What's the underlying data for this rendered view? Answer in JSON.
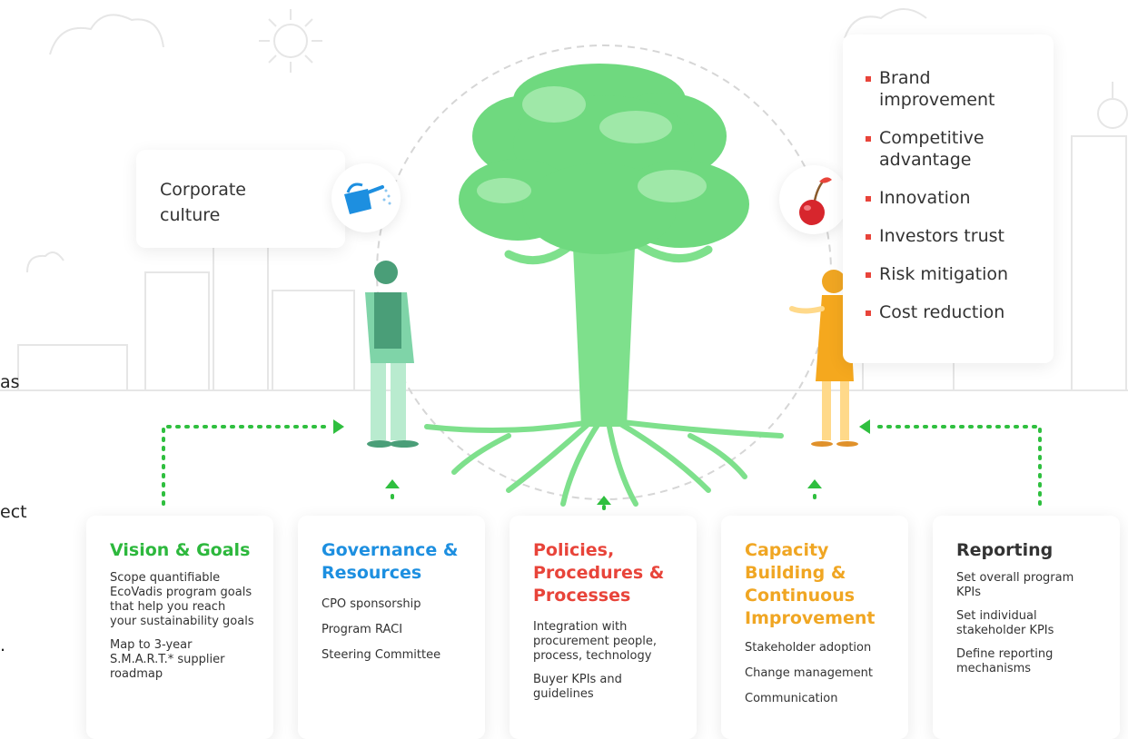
{
  "edge_text": {
    "line1": "as",
    "line2": "ect",
    "line3": "."
  },
  "corporate_culture": {
    "label": "Corporate culture",
    "icon": "watering-can-icon"
  },
  "benefits": {
    "icon": "cherry-icon",
    "items": [
      "Brand improvement",
      "Competitive advantage",
      "Innovation",
      "Investors trust",
      "Risk mitigation",
      "Cost reduction"
    ],
    "bullet_color": "#e8443a"
  },
  "colors": {
    "tree_canopy": "#6fd97f",
    "tree_trunk": "#7ee08c",
    "arrows": "#2fbf3f"
  },
  "pillars": [
    {
      "title": "Vision & Goals",
      "color": "#2db83d",
      "items": [
        "Scope quantifiable EcoVadis program goals that help you reach your sustainability goals",
        "Map to 3-year S.M.A.R.T.* supplier roadmap"
      ]
    },
    {
      "title": "Governance & Resources",
      "color": "#1d8fe0",
      "items": [
        "CPO sponsorship",
        "Program RACI",
        "Steering Committee"
      ]
    },
    {
      "title": "Policies, Procedures & Processes",
      "color": "#e8443a",
      "items": [
        "Integration with procurement people, process, technology",
        "Buyer KPIs and guidelines"
      ]
    },
    {
      "title": "Capacity Building & Continuous Improvement",
      "color": "#f0a623",
      "items": [
        "Stakeholder adoption",
        "Change management",
        "Communication"
      ]
    },
    {
      "title": "Reporting",
      "color": "#333333",
      "items": [
        "Set overall program KPIs",
        "Set individual stakeholder KPIs",
        "Define reporting mechanisms"
      ]
    }
  ]
}
